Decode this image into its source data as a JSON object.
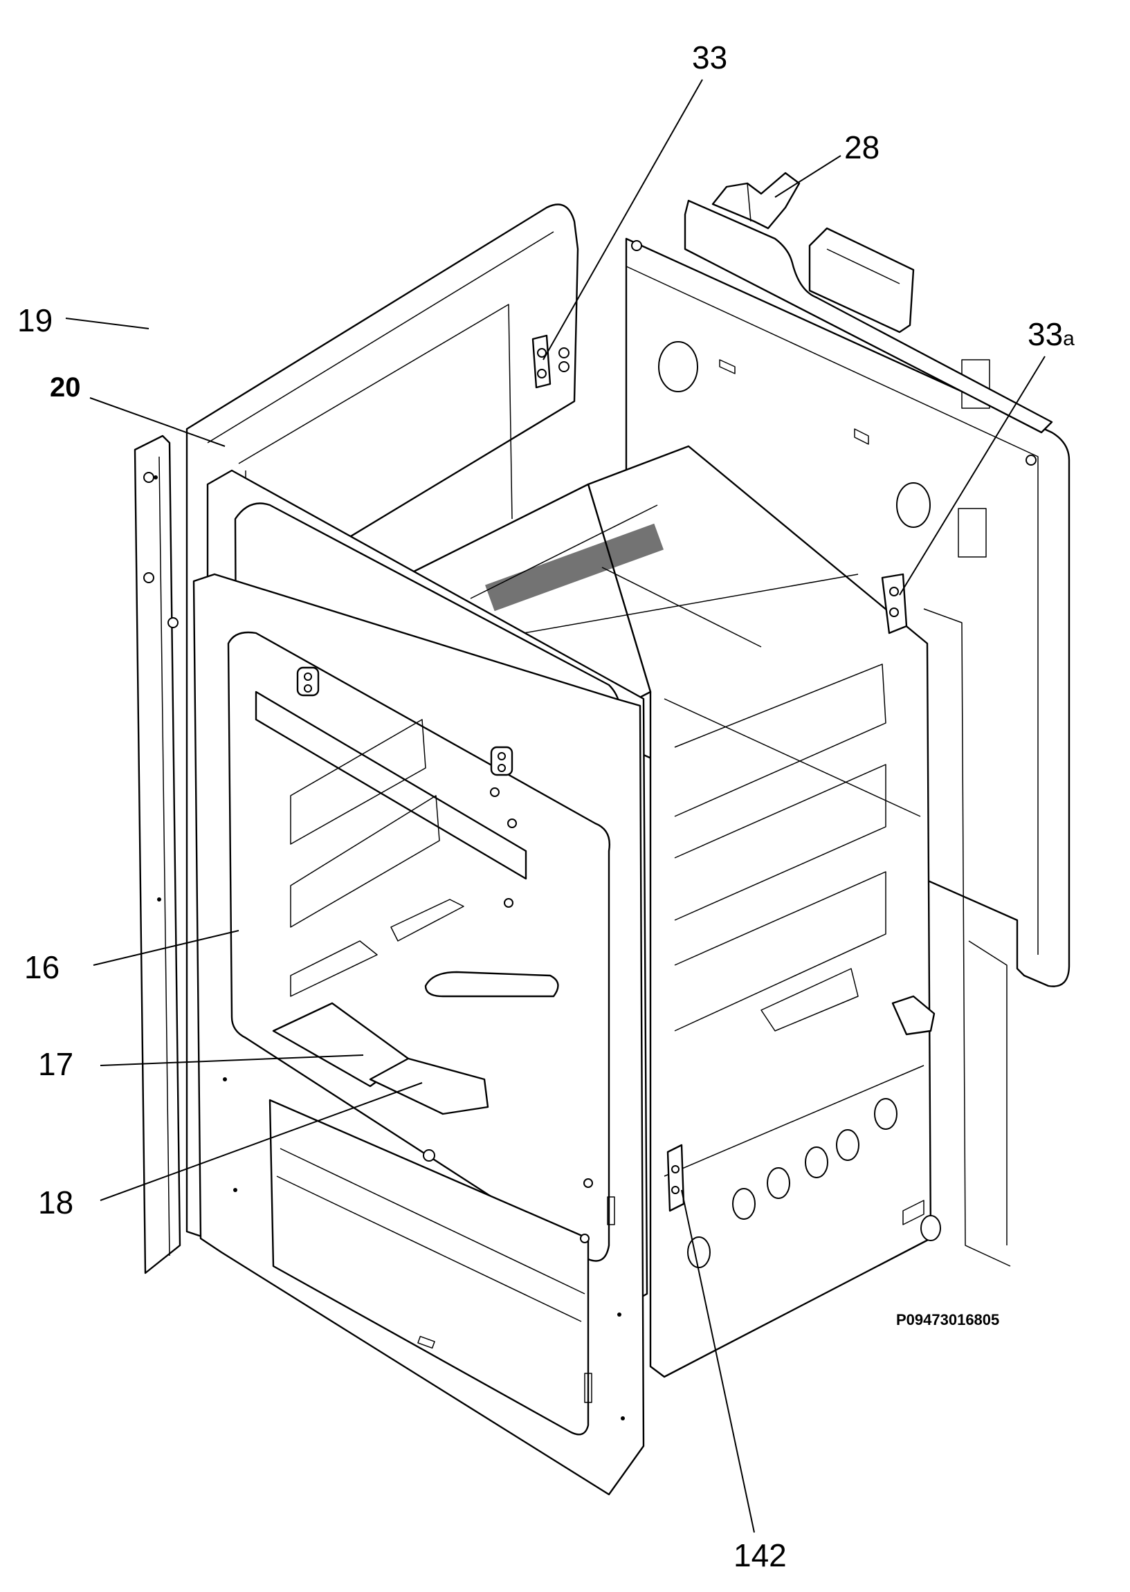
{
  "diagram": {
    "reference_code": "P09473016805",
    "callouts": [
      {
        "id": "33",
        "label": "33",
        "sub": ""
      },
      {
        "id": "28",
        "label": "28",
        "sub": ""
      },
      {
        "id": "33a",
        "label": "33",
        "sub": "a"
      },
      {
        "id": "20",
        "label": "20",
        "sub": ""
      },
      {
        "id": "19",
        "label": "19",
        "sub": ""
      },
      {
        "id": "16",
        "label": "16",
        "sub": ""
      },
      {
        "id": "17",
        "label": "17",
        "sub": ""
      },
      {
        "id": "18",
        "label": "18",
        "sub": ""
      },
      {
        "id": "142",
        "label": "142",
        "sub": ""
      }
    ]
  }
}
